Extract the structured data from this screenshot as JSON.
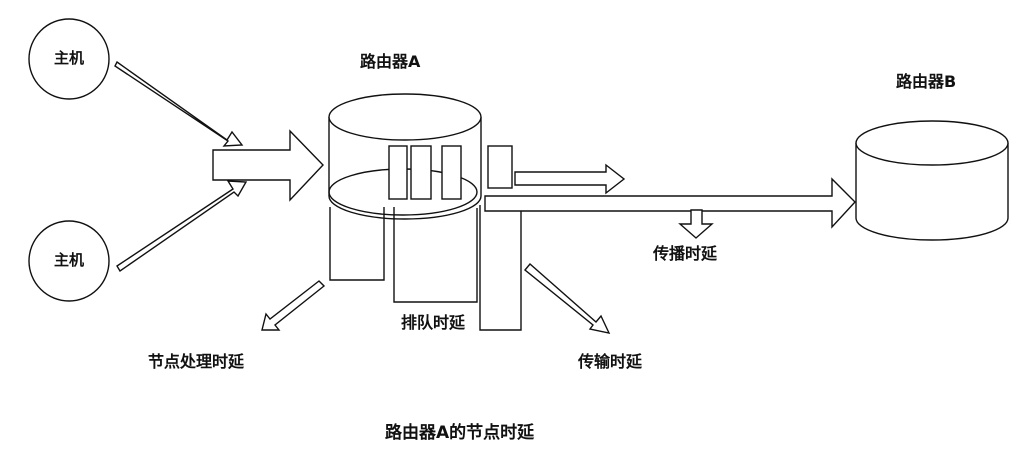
{
  "hosts": [
    {
      "label": "主机"
    },
    {
      "label": "主机"
    }
  ],
  "routers": {
    "a_label": "路由器A",
    "b_label": "路由器B"
  },
  "delays": {
    "processing": "节点处理时延",
    "queuing": "排队时延",
    "transmission": "传输时延",
    "propagation": "传播时延"
  },
  "caption": "路由器A的节点时延",
  "colors": {
    "stroke": "#111111",
    "fill": "#ffffff",
    "text": "#111111"
  }
}
